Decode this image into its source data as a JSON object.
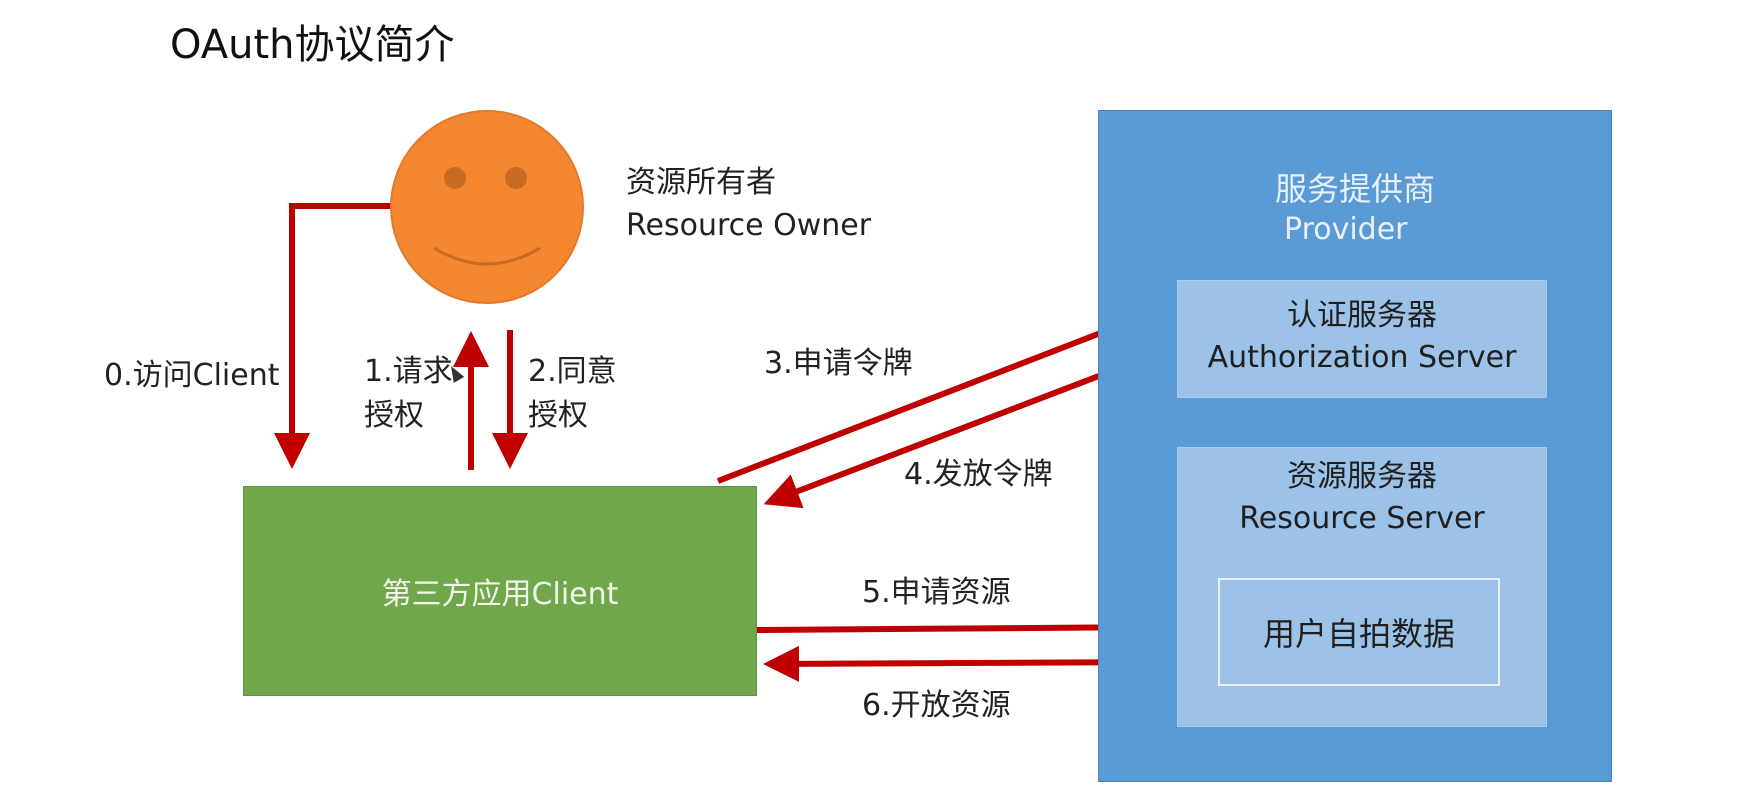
{
  "title": "OAuth协议简介",
  "owner": {
    "line1": "资源所有者",
    "line2": "Resource Owner"
  },
  "provider": {
    "title": "服务提供商",
    "subtitle": "Provider"
  },
  "auth_server": {
    "line1": "认证服务器",
    "line2": "Authorization Server"
  },
  "resource_server": {
    "line1": "资源服务器",
    "line2": "Resource Server",
    "data": "用户自拍数据"
  },
  "client": {
    "label": "第三方应用Client"
  },
  "steps": {
    "s0": "0.访问Client",
    "s1_line1": "1.请求",
    "s1_line2": "授权",
    "s2_line1": "2.同意",
    "s2_line2": "授权",
    "s3": "3.申请令牌",
    "s4": "4.发放令牌",
    "s5": "5.申请资源",
    "s6": "6.开放资源"
  },
  "colors": {
    "arrow": "#c00000",
    "face": "#f58731",
    "provider": "#5b9bd5",
    "client": "#70a74a"
  }
}
